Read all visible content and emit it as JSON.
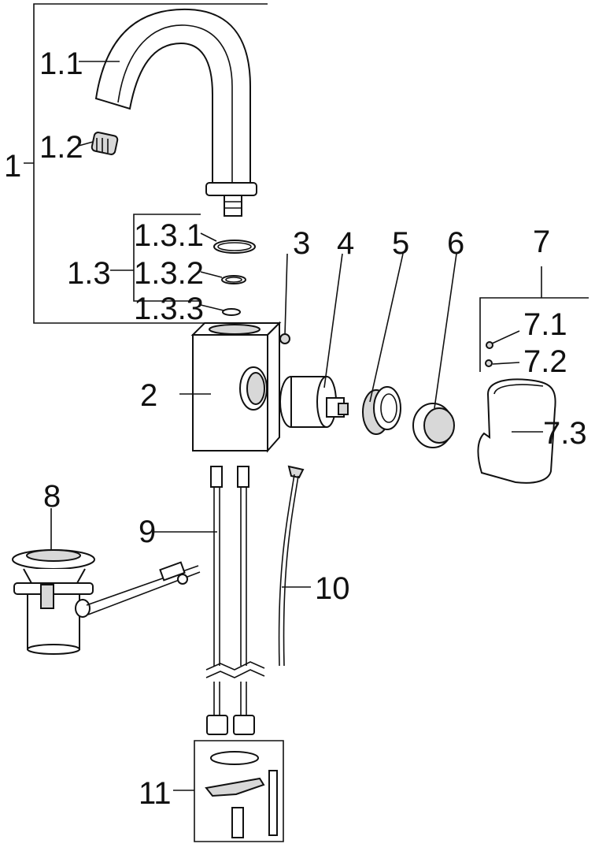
{
  "diagram": {
    "type": "exploded-parts-view",
    "colors": {
      "line": "#111111",
      "background": "#ffffff",
      "shade": "#d8d8d8"
    },
    "labels": {
      "p1": "1",
      "p1_1": "1.1",
      "p1_2": "1.2",
      "p1_3": "1.3",
      "p1_3_1": "1.3.1",
      "p1_3_2": "1.3.2",
      "p1_3_3": "1.3.3",
      "p2": "2",
      "p3": "3",
      "p4": "4",
      "p5": "5",
      "p6": "6",
      "p7": "7",
      "p7_1": "7.1",
      "p7_2": "7.2",
      "p7_3": "7.3",
      "p8": "8",
      "p9": "9",
      "p10": "10",
      "p11": "11"
    }
  }
}
